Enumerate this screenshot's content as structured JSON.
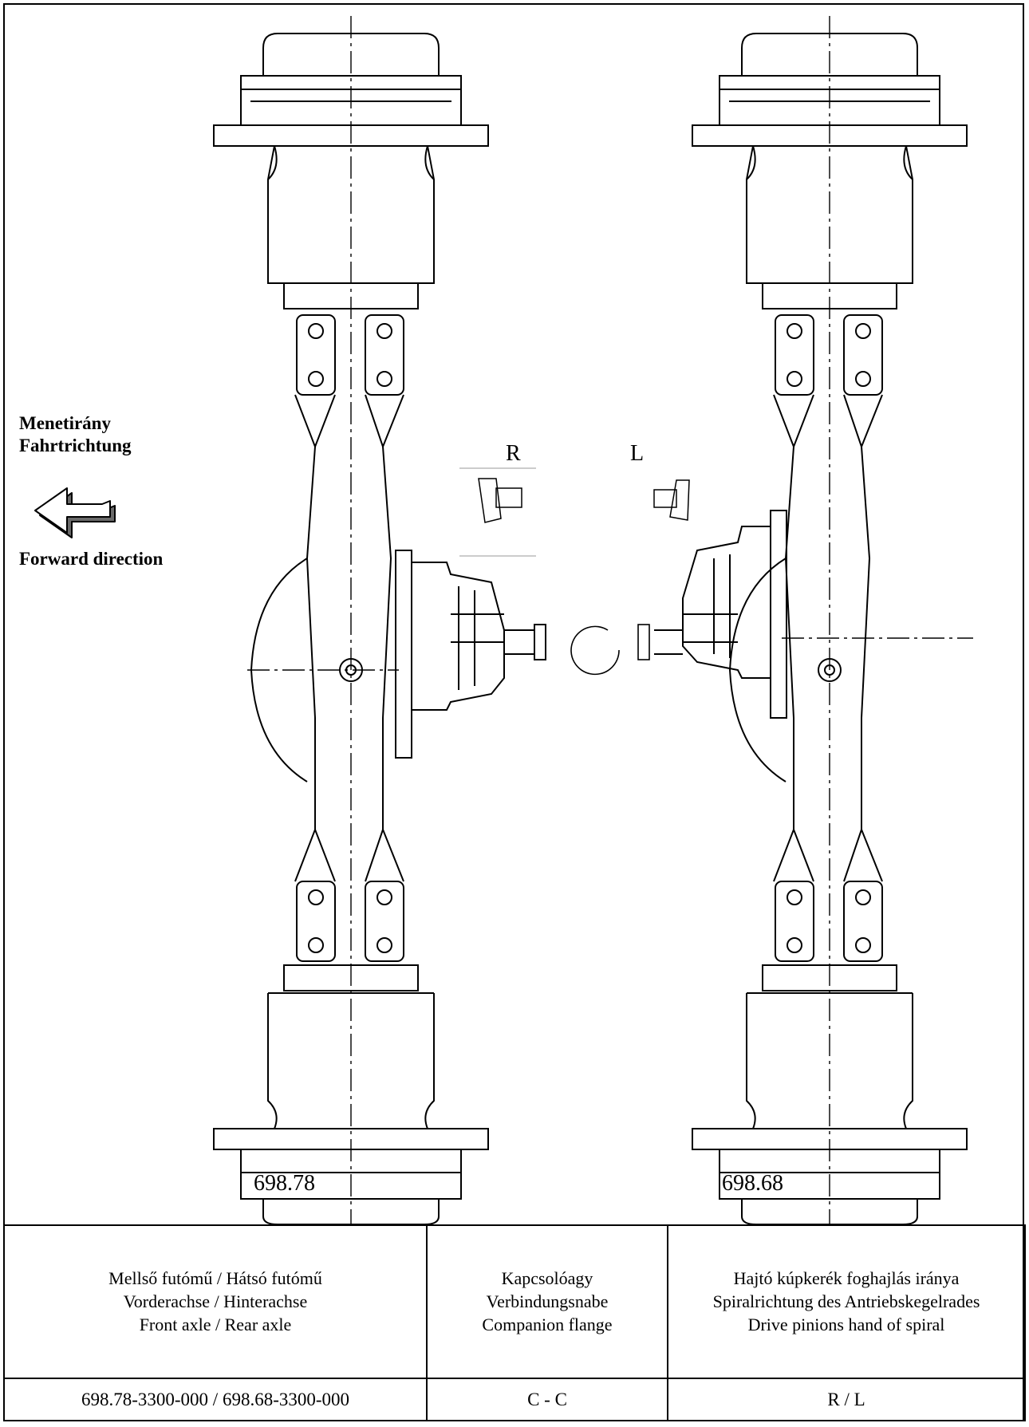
{
  "direction": {
    "line1": "Menetirány",
    "line2": "Fahrtrichtung",
    "line3": "Forward direction",
    "arrow_icon": "left-arrow-icon"
  },
  "hands": {
    "right": "R",
    "left": "L"
  },
  "models": {
    "left_axle": "698.78",
    "right_axle": "698.68"
  },
  "table": {
    "col1": {
      "hu": "Mellső futómű / Hátsó futómű",
      "de": "Vorderachse / Hinterachse",
      "en": "Front axle / Rear axle",
      "value": "698.78-3300-000 / 698.68-3300-000"
    },
    "col2": {
      "hu": "Kapcsolóagy",
      "de": "Verbindungsnabe",
      "en": "Companion flange",
      "value": "C - C"
    },
    "col3": {
      "hu": "Hajtó kúpkerék foghajlás iránya",
      "de": "Spiralrichtung des Antriebskegelrades",
      "en": "Drive pinions hand of spiral",
      "value": "R / L"
    }
  }
}
